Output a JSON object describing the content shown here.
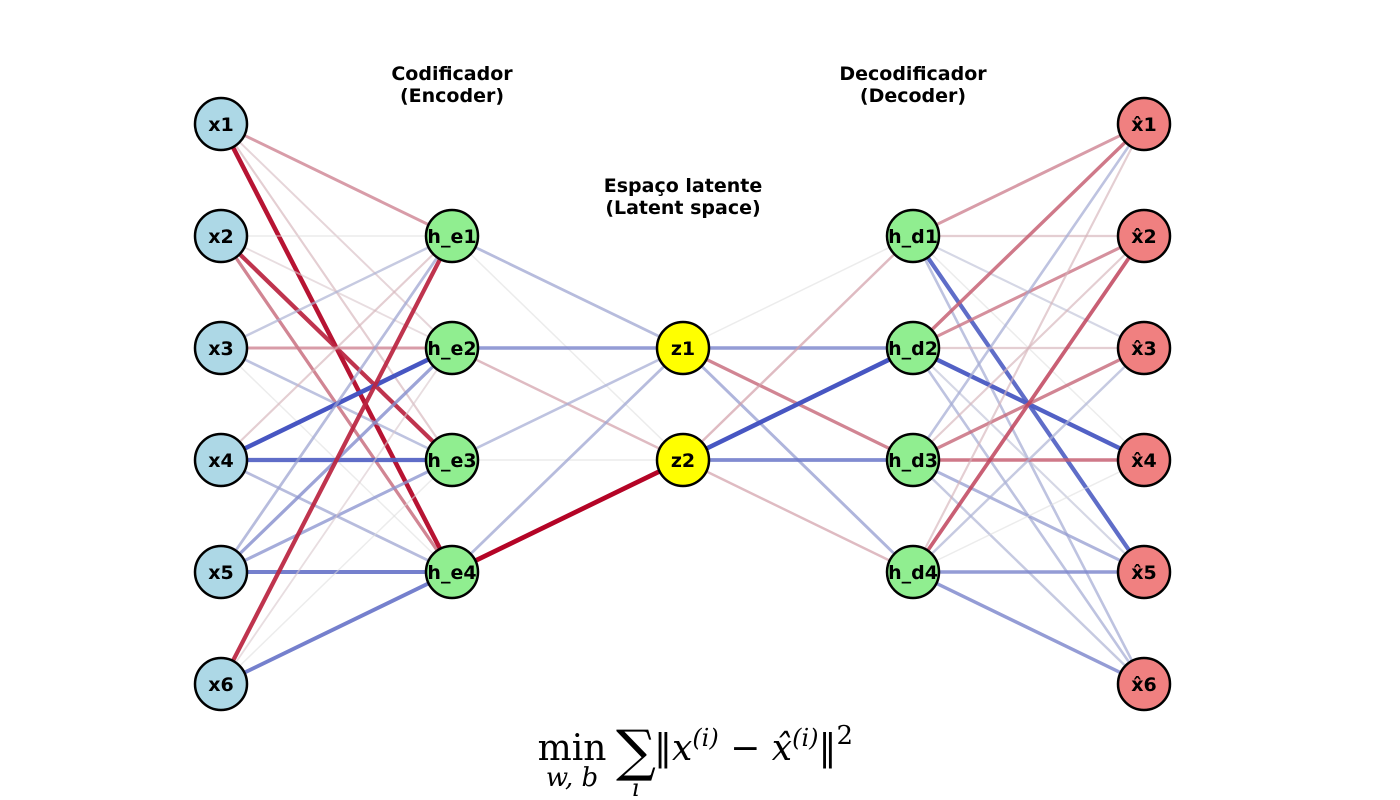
{
  "titles": {
    "encoder": [
      "Codificador",
      "(Encoder)"
    ],
    "latent": [
      "Espaço latente",
      "(Latent space)"
    ],
    "decoder": [
      "Decodificador",
      "(Decoder)"
    ]
  },
  "formula": {
    "operator": "min",
    "subscript": "w, b",
    "sum": "∑",
    "sum_index": "i",
    "body": "‖x",
    "sup1": "(i)",
    "minus": " − x̂",
    "sup2": "(i)",
    "norm_close": "‖",
    "power": "2"
  },
  "colors": {
    "input": "#add8e6",
    "hidden": "#90ee90",
    "latent": "#ffff00",
    "output": "#f08080"
  },
  "layers": [
    {
      "id": "input",
      "color_key": "input",
      "nodes": [
        "x1",
        "x2",
        "x3",
        "x4",
        "x5",
        "x6"
      ]
    },
    {
      "id": "encoder",
      "color_key": "hidden",
      "nodes": [
        "h_e1",
        "h_e2",
        "h_e3",
        "h_e4"
      ]
    },
    {
      "id": "latent",
      "color_key": "latent",
      "nodes": [
        "z1",
        "z2"
      ]
    },
    {
      "id": "decoder",
      "color_key": "hidden",
      "nodes": [
        "h_d1",
        "h_d2",
        "h_d3",
        "h_d4"
      ]
    },
    {
      "id": "output",
      "color_key": "output",
      "nodes": [
        "x̂1",
        "x̂2",
        "x̂3",
        "x̂4",
        "x̂5",
        "x̂6"
      ]
    }
  ],
  "weights": [
    [
      [
        0.45,
        0.15,
        0.2,
        0.95
      ],
      [
        0.0,
        0.1,
        0.85,
        0.55
      ],
      [
        -0.3,
        0.45,
        -0.35,
        0.0
      ],
      [
        0.2,
        -0.95,
        -0.85,
        -0.4
      ],
      [
        -0.4,
        -0.55,
        -0.5,
        -0.75
      ],
      [
        0.85,
        0.1,
        0.0,
        -0.75
      ]
    ],
    [
      [
        -0.4,
        0.0
      ],
      [
        -0.6,
        0.3
      ],
      [
        -0.35,
        0.0
      ],
      [
        -0.4,
        1.0
      ]
    ],
    [
      [
        0.0,
        -0.6,
        0.55,
        -0.45
      ],
      [
        0.3,
        -0.95,
        -0.7,
        0.3
      ]
    ],
    [
      [
        0.45,
        0.2,
        -0.2,
        0.0,
        -0.85,
        -0.35
      ],
      [
        0.6,
        0.5,
        0.2,
        -0.9,
        -0.2,
        -0.35
      ],
      [
        -0.35,
        0.2,
        0.55,
        0.6,
        -0.45,
        -0.3
      ],
      [
        0.2,
        0.7,
        -0.3,
        0.0,
        -0.6,
        -0.6
      ]
    ]
  ]
}
